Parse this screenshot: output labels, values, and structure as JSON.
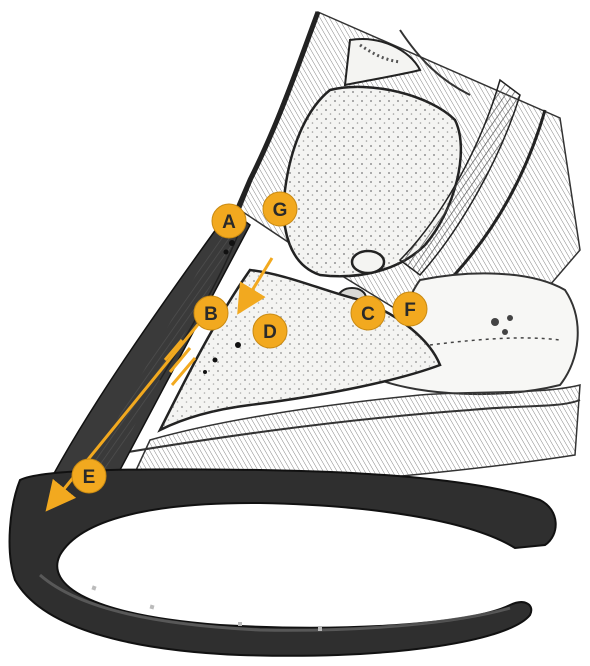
{
  "colors": {
    "background": "#ffffff",
    "label_fill": "#f2a91f",
    "label_text": "#2a2a2a",
    "arrow": "#f2a91f",
    "ink": "#2b2b2b",
    "bone": "#f4f4f2",
    "hoof_wall": "#3a3a3a",
    "shoe": "#2f2f2f"
  },
  "labels": {
    "a": "A",
    "b": "B",
    "c": "C",
    "d": "D",
    "e": "E",
    "f": "F",
    "g": "G"
  }
}
